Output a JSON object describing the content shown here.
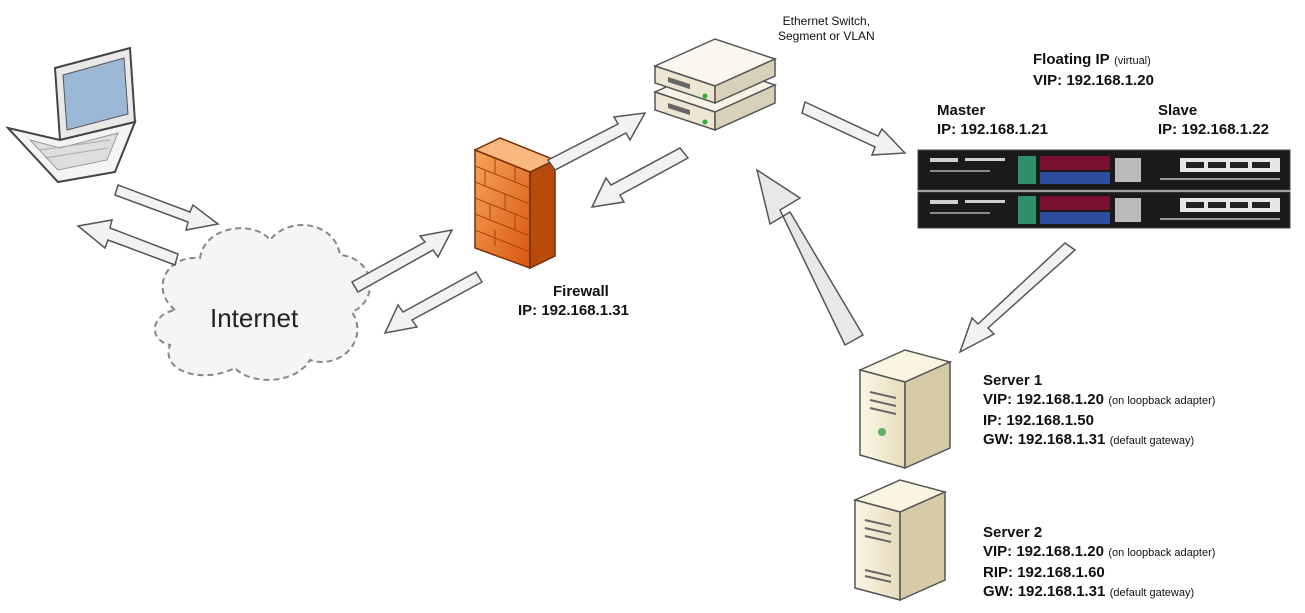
{
  "internet": {
    "label": "Internet"
  },
  "switch": {
    "label_line1": "Ethernet Switch,",
    "label_line2": "Segment or VLAN"
  },
  "firewall": {
    "title": "Firewall",
    "ip": "IP: 192.168.1.31"
  },
  "floating_ip": {
    "title": "Floating IP",
    "note": "(virtual)",
    "vip": "VIP: 192.168.1.20"
  },
  "master": {
    "title": "Master",
    "ip": "IP: 192.168.1.21"
  },
  "slave": {
    "title": "Slave",
    "ip": "IP: 192.168.1.22"
  },
  "server1": {
    "title": "Server 1",
    "vip": "VIP: 192.168.1.20",
    "vip_note": "(on loopback adapter)",
    "ip": "IP: 192.168.1.50",
    "gw": "GW: 192.168.1.31",
    "gw_note": "(default gateway)"
  },
  "server2": {
    "title": "Server 2",
    "vip": "VIP: 192.168.1.20",
    "vip_note": "(on loopback adapter)",
    "rip": "RIP: 192.168.1.60",
    "gw": "GW: 192.168.1.31",
    "gw_note": "(default gateway)"
  },
  "colors": {
    "firewall": "#e8701e",
    "arrow_fill": "#f2f2f2",
    "arrow_stroke": "#555555",
    "appliance": "#1a1a1a",
    "server": "#f3ead0"
  },
  "icons": [
    "laptop-icon",
    "cloud-icon",
    "firewall-icon",
    "switch-icon",
    "load-balancer-icon",
    "server-icon"
  ]
}
